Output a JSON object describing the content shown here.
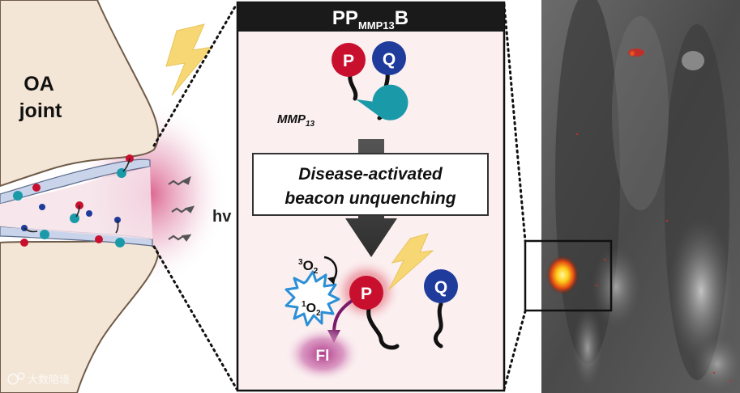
{
  "joint": {
    "label_line1": "OA",
    "label_line2": "joint",
    "emission_label": "hv"
  },
  "panel": {
    "title_main": "PP",
    "title_sub": "MMP13",
    "title_suffix": "B",
    "probe_p": "P",
    "probe_q": "Q",
    "enzyme_label_main": "MMP",
    "enzyme_label_sub": "13",
    "process_line1": "Disease-activated",
    "process_line2": "beacon unquenching",
    "triplet_sup": "3",
    "triplet_text": "O",
    "triplet_sub": "2",
    "singlet_sup": "1",
    "singlet_text": "O",
    "singlet_sub": "2",
    "product_p": "P",
    "product_q": "Q",
    "fluorescence_label": "Fl"
  },
  "watermark": {
    "text": "大数陪境"
  },
  "colors": {
    "probe_p": "#c8102e",
    "probe_q": "#1f3b9b",
    "enzyme": "#1a9aa8",
    "bolt": "#f7d774",
    "bone": "#f3e6d6",
    "panel_bg": "#fbeff0",
    "fluorescence": "#9c2b7a"
  }
}
